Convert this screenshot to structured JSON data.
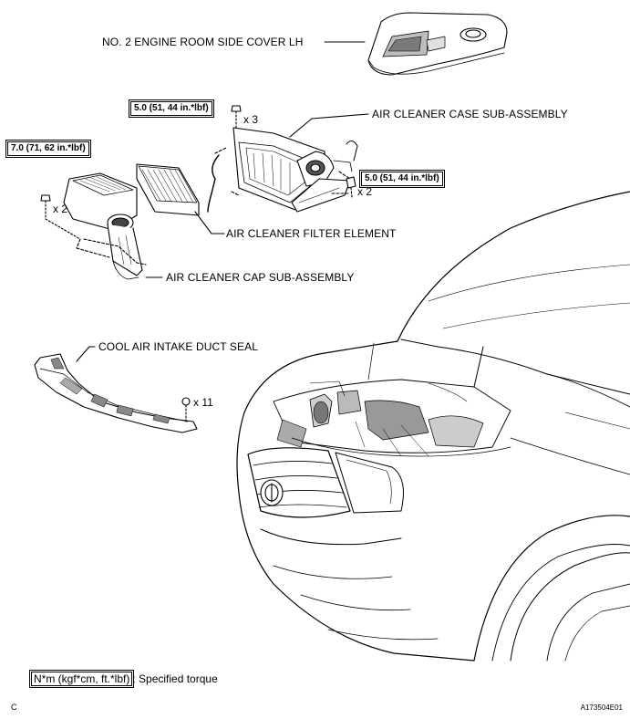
{
  "labels": {
    "engine_cover": "NO. 2 ENGINE ROOM SIDE COVER LH",
    "case_sub_assembly": "AIR CLEANER CASE SUB-ASSEMBLY",
    "filter_element": "AIR CLEANER FILTER ELEMENT",
    "cap_sub_assembly": "AIR CLEANER CAP SUB-ASSEMBLY",
    "duct_seal": "COOL AIR INTAKE DUCT SEAL"
  },
  "torques": {
    "case_top": "5.0 (51, 44 in.*lbf)",
    "cap": "7.0 (71, 62 in.*lbf)",
    "case_side": "5.0 (51, 44 in.*lbf)"
  },
  "quantities": {
    "case_top": "x 3",
    "cap": "x 2",
    "case_side": "x 2",
    "duct_seal": "x 11"
  },
  "legend": {
    "unit": "N*m (kgf*cm, ft.*lbf)",
    "text": ": Specified torque"
  },
  "corner_left": "C",
  "corner_right": "A173504E01"
}
